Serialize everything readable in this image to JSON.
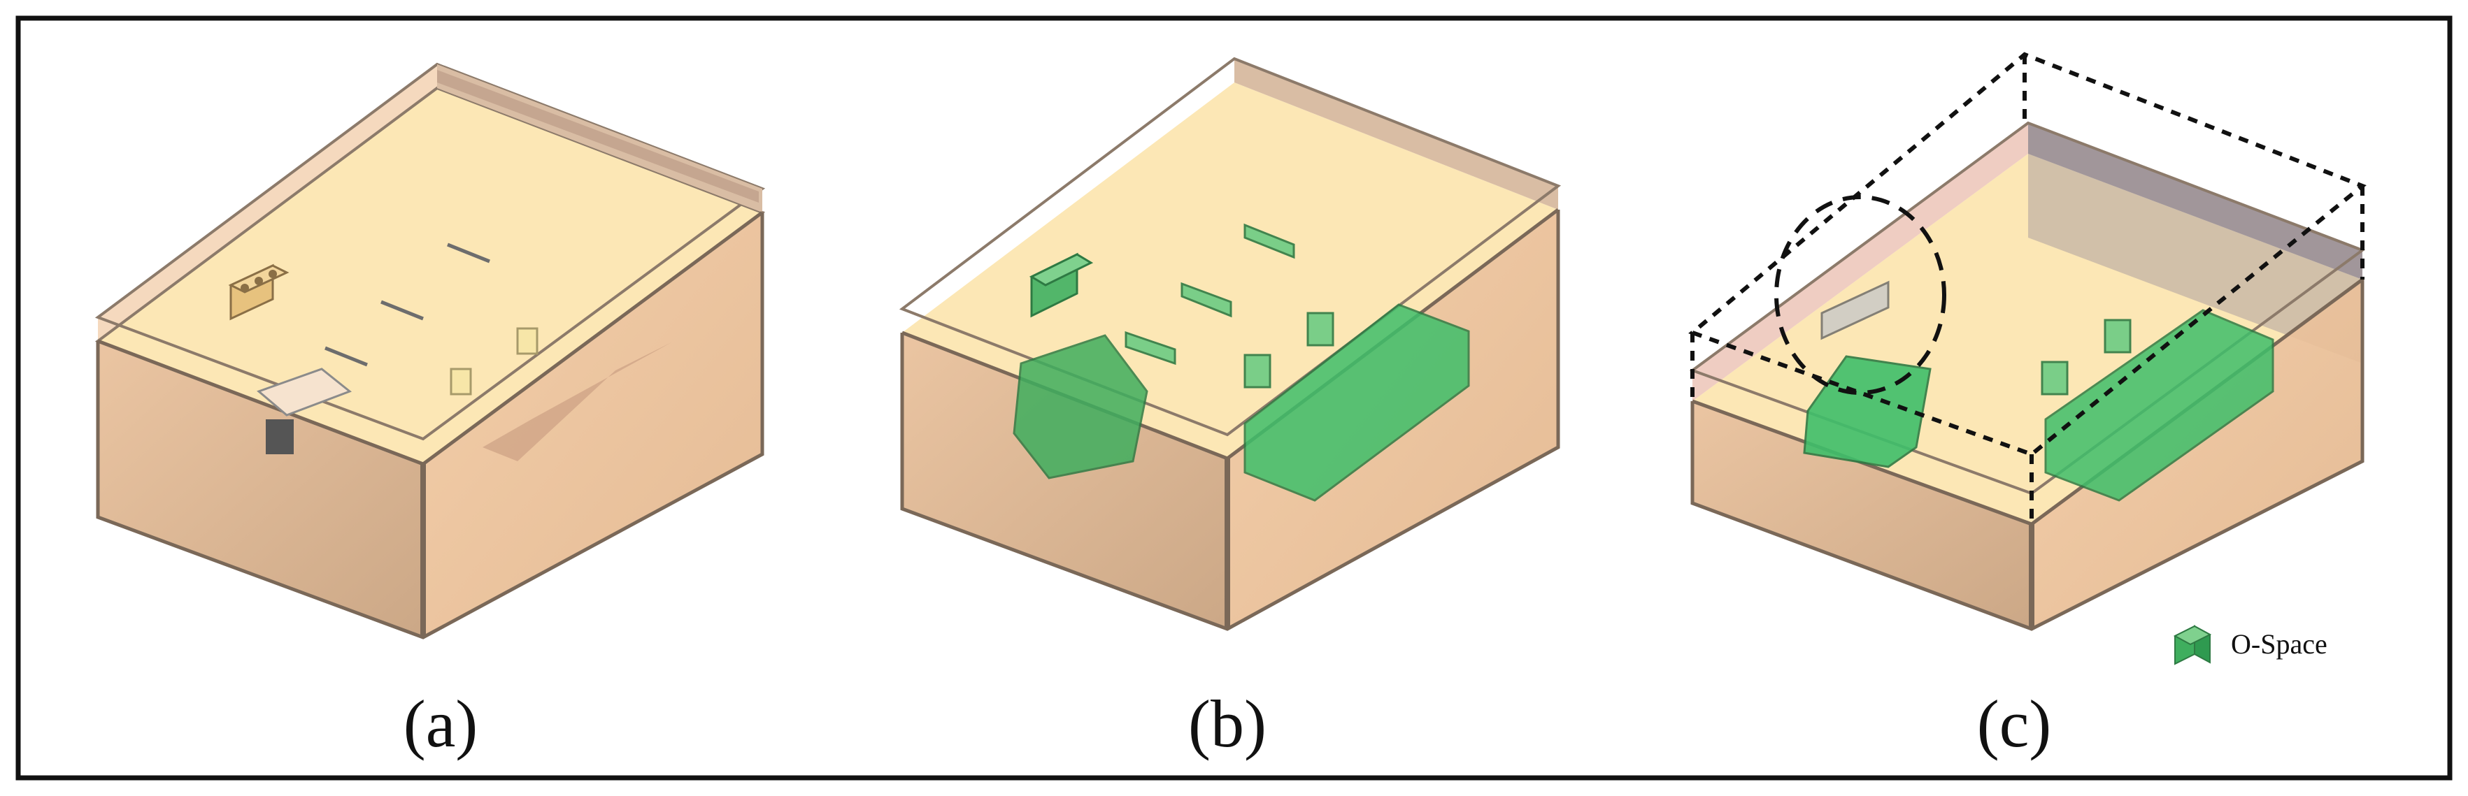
{
  "panels": [
    {
      "label": "(a)"
    },
    {
      "label": "(b)"
    },
    {
      "label": "(c)"
    }
  ],
  "legend": {
    "label": "O-Space",
    "icon": "green-cube-icon"
  },
  "colors": {
    "room_fill": "#f2c9a0",
    "room_wall_dark": "#c3a98f",
    "floor_light": "#fde9b8",
    "o_space_green": "#3fbf6a",
    "outline": "#111111"
  }
}
